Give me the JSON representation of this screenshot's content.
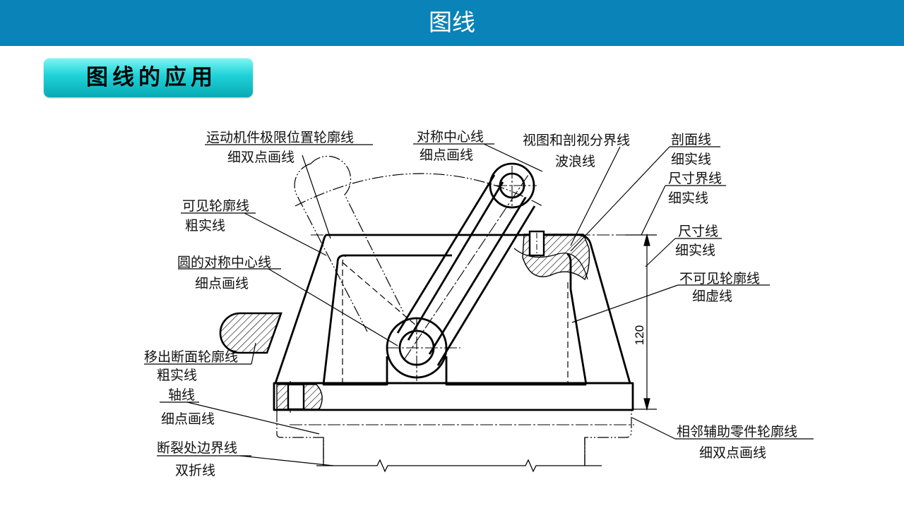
{
  "header": {
    "title": "图线"
  },
  "section": {
    "title": "图线的应用"
  },
  "annotations": {
    "extreme_position": {
      "name": "运动机件极限位置轮廓线",
      "type": "细双点画线"
    },
    "symmetry_center": {
      "name": "对称中心线",
      "type": "细点画线"
    },
    "view_section_boundary": {
      "name": "视图和剖视分界线",
      "type": "波浪线"
    },
    "hatching": {
      "name": "剖面线",
      "type": "细实线"
    },
    "extension_line": {
      "name": "尺寸界线",
      "type": "细实线"
    },
    "visible_outline": {
      "name": "可见轮廓线",
      "type": "粗实线"
    },
    "dimension_line": {
      "name": "尺寸线",
      "type": "细实线"
    },
    "circle_center": {
      "name": "圆的对称中心线",
      "type": "细点画线"
    },
    "hidden_outline": {
      "name": "不可见轮廓线",
      "type": "细虚线"
    },
    "removed_section": {
      "name": "移出断面轮廓线",
      "type": "粗实线"
    },
    "axis": {
      "name": "轴线",
      "type": "细点画线"
    },
    "adjacent_part": {
      "name": "相邻辅助零件轮廓线",
      "type": "细双点画线"
    },
    "break_boundary": {
      "name": "断裂处边界线",
      "type": "双折线"
    }
  },
  "dimension": {
    "value": "120"
  },
  "colors": {
    "header_bg": "#0a83b8",
    "tab_top": "#7ef6f4",
    "tab_bottom": "#08a9b5",
    "line": "#000000"
  }
}
